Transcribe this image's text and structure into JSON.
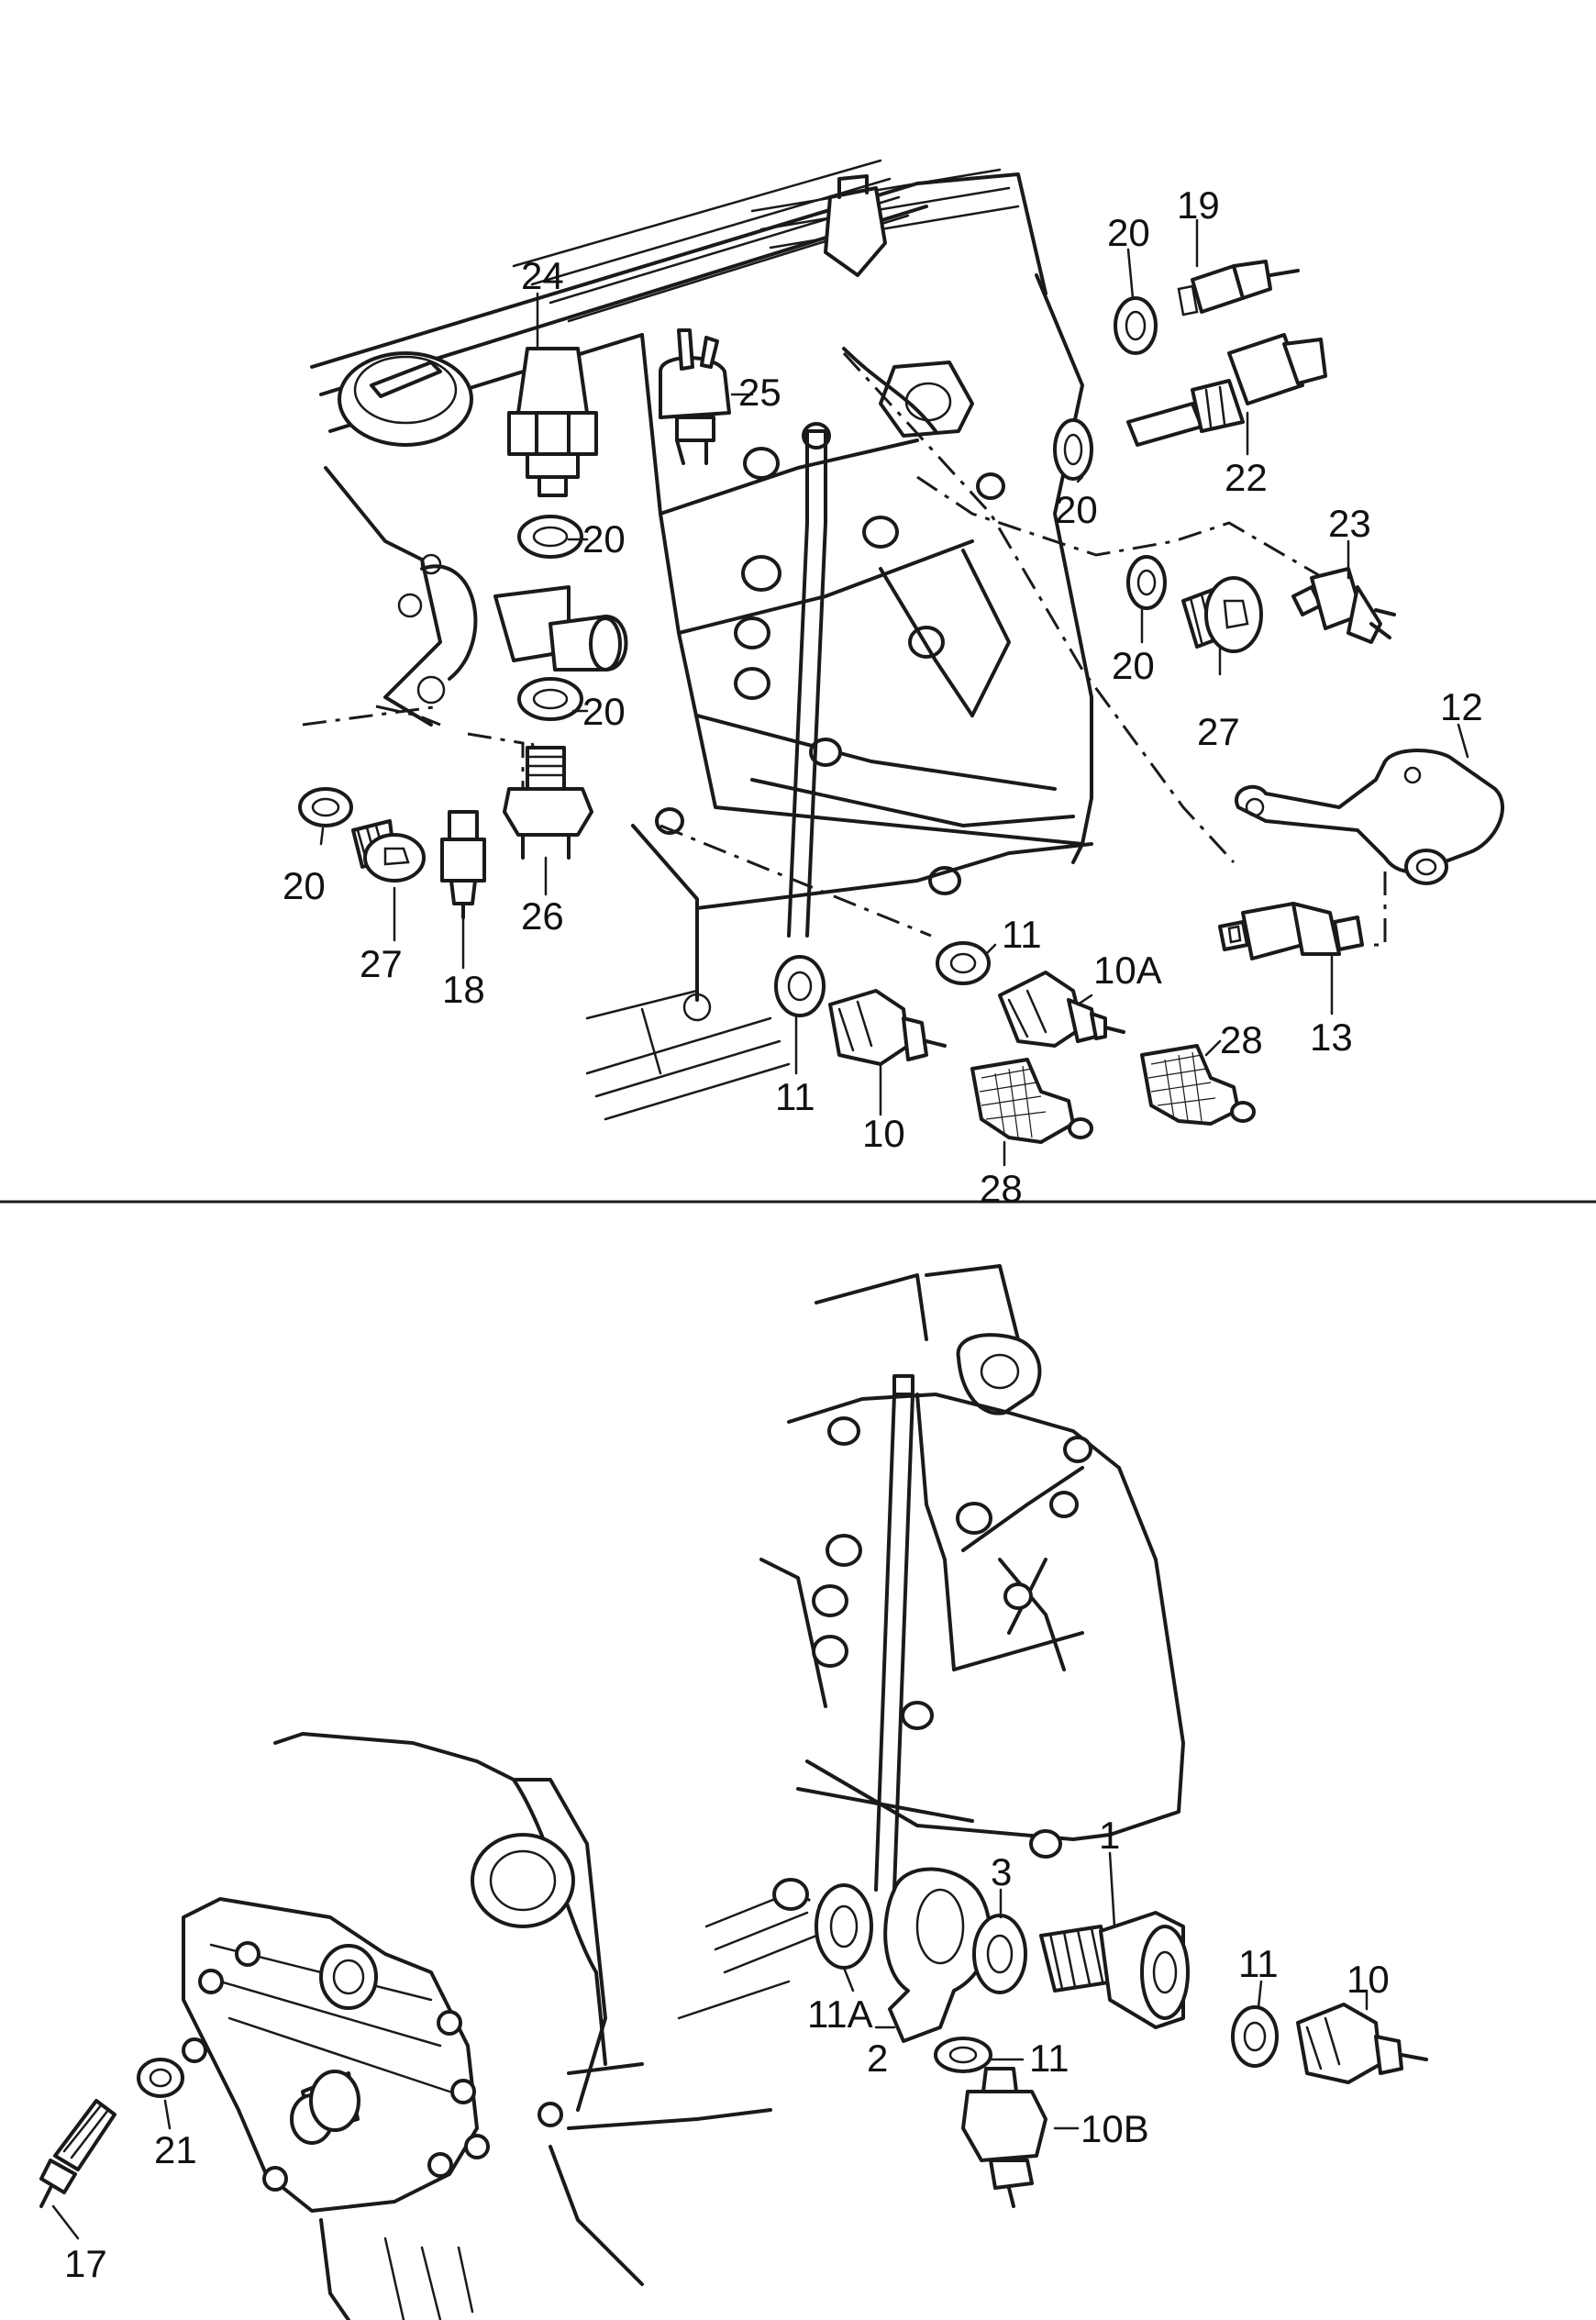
{
  "diagram": {
    "top_view": {
      "callouts": [
        "24",
        "25",
        "20",
        "20",
        "20",
        "19",
        "22",
        "20",
        "23",
        "20",
        "27",
        "12",
        "20",
        "27",
        "18",
        "26",
        "11",
        "10A",
        "28",
        "13",
        "11",
        "10",
        "28"
      ]
    },
    "bottom_view": {
      "callouts": [
        "3",
        "1",
        "11",
        "10",
        "11A",
        "2",
        "11",
        "10B",
        "21",
        "17"
      ]
    },
    "colors": {
      "ink": "#1a1a1a",
      "paper": "#ffffff"
    }
  }
}
